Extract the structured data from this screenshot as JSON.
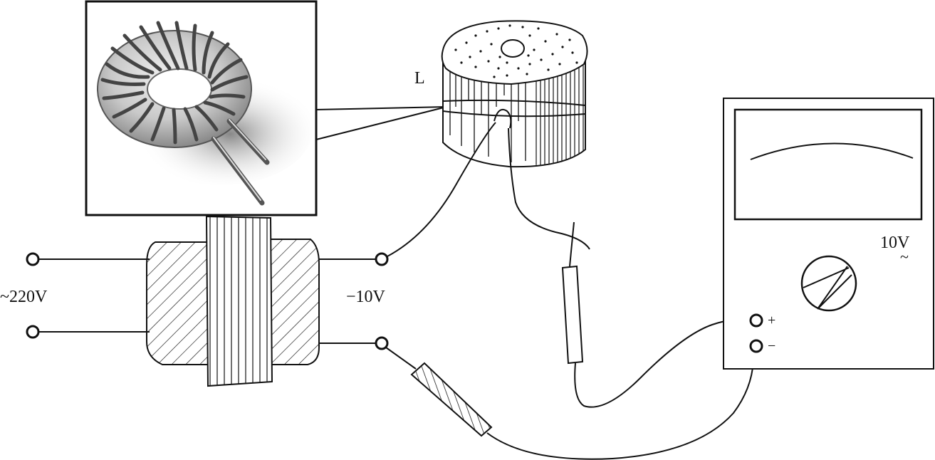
{
  "labels": {
    "inductor": "L",
    "primary_voltage": "~220V",
    "secondary_voltage": "−10V",
    "meter_range": "10V",
    "meter_range_ac": "~",
    "terminal_plus": "+",
    "terminal_minus": "−"
  },
  "components": {
    "photo": "toroidal-inductor-photo",
    "inductor": "ferrite-core-inductor-sketch",
    "transformer": "step-down-transformer",
    "meter": "ac-voltmeter",
    "probe_red": "test-probe",
    "probe_black": "hatched-test-probe"
  },
  "colors": {
    "ink": "#111111",
    "background": "#ffffff"
  }
}
